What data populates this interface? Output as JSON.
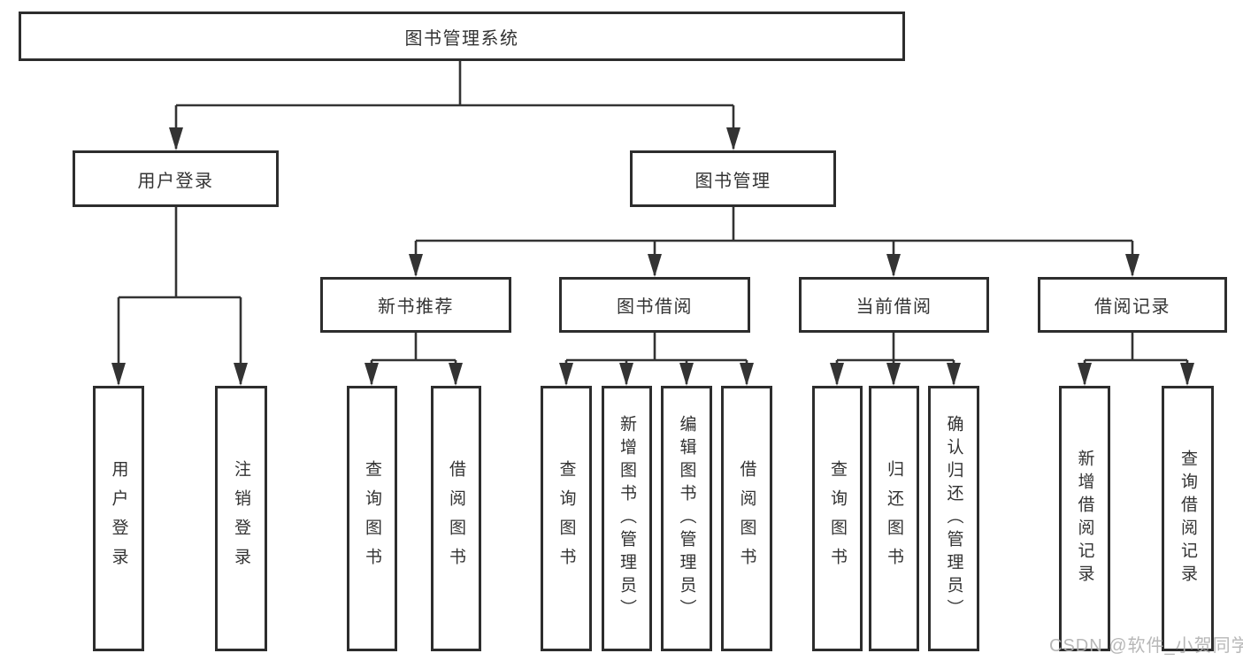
{
  "diagram": {
    "title": "图书管理系统",
    "colors": {
      "background": "#ffffff",
      "line": "#333333",
      "box_border": "#2d2d2d",
      "text": "#333333",
      "watermark": "#b0b0b0"
    },
    "nodes": {
      "root": {
        "label": "图书管理系统"
      },
      "user_login": {
        "label": "用户登录"
      },
      "book_management": {
        "label": "图书管理"
      },
      "new_book_recommend": {
        "label": "新书推荐"
      },
      "book_borrowing": {
        "label": "图书借阅"
      },
      "current_borrowing": {
        "label": "当前借阅"
      },
      "borrowing_records": {
        "label": "借阅记录"
      },
      "leaf_user_login": {
        "label": "用户登录"
      },
      "leaf_logout": {
        "label": "注销登录"
      },
      "leaf_recommend_query_books": {
        "label": "查询图书"
      },
      "leaf_recommend_borrow_books": {
        "label": "借阅图书"
      },
      "leaf_borrow_query_books": {
        "label": "查询图书"
      },
      "leaf_borrow_add_books": {
        "label": "新增图书（管理员）"
      },
      "leaf_borrow_edit_books": {
        "label": "编辑图书（管理员）"
      },
      "leaf_borrow_borrow_books": {
        "label": "借阅图书"
      },
      "leaf_current_query_books": {
        "label": "查询图书"
      },
      "leaf_current_return_books": {
        "label": "归还图书"
      },
      "leaf_current_confirm_return": {
        "label": "确认归还（管理员）"
      },
      "leaf_records_add_record": {
        "label": "新增借阅记录"
      },
      "leaf_records_query_record": {
        "label": "查询借阅记录"
      }
    },
    "watermark": {
      "text": "CSDN @软件_小贺同学"
    }
  }
}
